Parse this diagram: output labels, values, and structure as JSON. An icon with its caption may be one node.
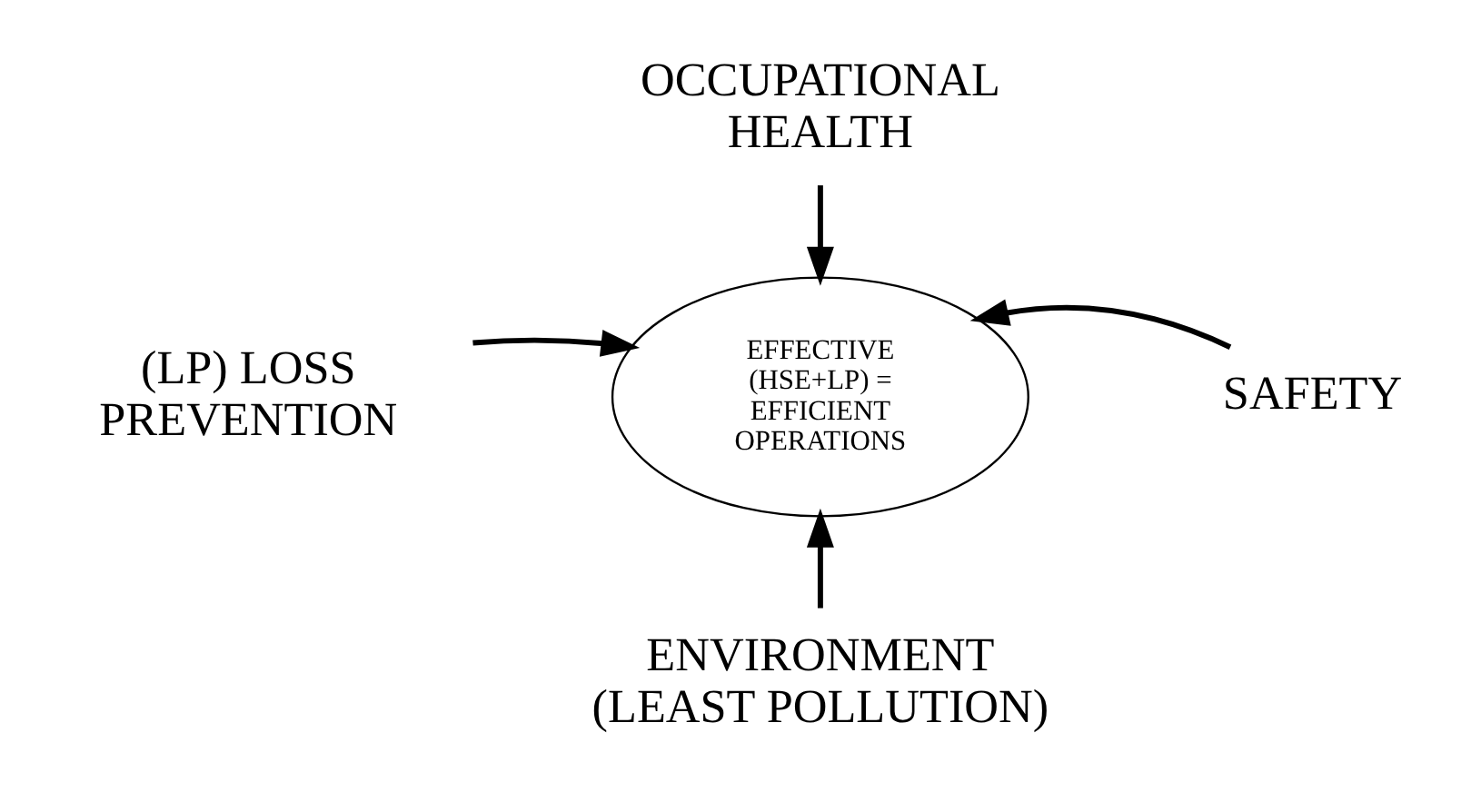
{
  "diagram": {
    "nodes": [
      {
        "text": [
          "OCCUPATIONAL HEALTH"
        ]
      },
      {
        "text": [
          "(LP) LOSS PREVENTION"
        ]
      },
      {
        "text": [
          "EFFECTIVE (HSE+LP) = EFFICIENT OPERATIONS"
        ]
      },
      {
        "text": [
          "SAFETY"
        ]
      },
      {
        "text": [
          "ENVIRONMENT (LEAST POLLUTION)"
        ]
      }
    ],
    "edges": [
      {
        "from": 0,
        "to": 2,
        "arrow": "to"
      },
      {
        "from": 3,
        "to": 2,
        "arrow": "to"
      },
      {
        "from": 4,
        "to": 2,
        "arrow": "to"
      },
      {
        "from": 1,
        "to": 2,
        "arrow": "to"
      }
    ]
  }
}
